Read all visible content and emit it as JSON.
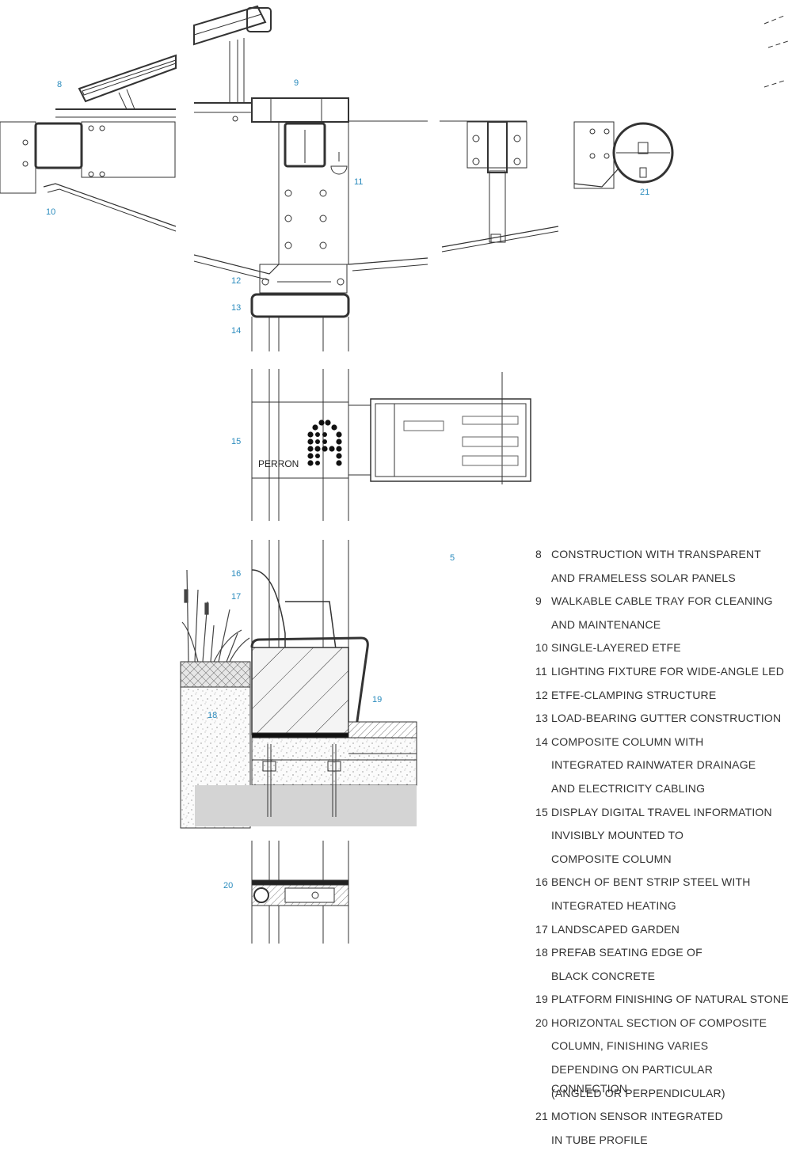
{
  "diagram": {
    "sign_text": "PERRON",
    "sign_letter": "A",
    "callouts": [
      {
        "id": "c8",
        "label": "8"
      },
      {
        "id": "c9",
        "label": "9"
      },
      {
        "id": "c10",
        "label": "10"
      },
      {
        "id": "c11",
        "label": "11"
      },
      {
        "id": "c12",
        "label": "12"
      },
      {
        "id": "c13",
        "label": "13"
      },
      {
        "id": "c14",
        "label": "14"
      },
      {
        "id": "c15",
        "label": "15"
      },
      {
        "id": "c16",
        "label": "16"
      },
      {
        "id": "c17",
        "label": "17"
      },
      {
        "id": "c5",
        "label": "5"
      },
      {
        "id": "c18",
        "label": "18"
      },
      {
        "id": "c19",
        "label": "19"
      },
      {
        "id": "c20",
        "label": "20"
      },
      {
        "id": "c21",
        "label": "21"
      }
    ]
  },
  "legend": [
    {
      "num": "8",
      "lines": [
        "CONSTRUCTION WITH TRANSPARENT",
        "AND FRAMELESS SOLAR PANELS"
      ]
    },
    {
      "num": "9",
      "lines": [
        "WALKABLE CABLE TRAY FOR CLEANING",
        "AND MAINTENANCE"
      ]
    },
    {
      "num": "10",
      "lines": [
        "SINGLE-LAYERED ETFE"
      ]
    },
    {
      "num": "11",
      "lines": [
        "LIGHTING FIXTURE FOR WIDE-ANGLE LED"
      ]
    },
    {
      "num": "12",
      "lines": [
        "ETFE-CLAMPING STRUCTURE"
      ]
    },
    {
      "num": "13",
      "lines": [
        "LOAD-BEARING GUTTER CONSTRUCTION"
      ]
    },
    {
      "num": "14",
      "lines": [
        "COMPOSITE COLUMN WITH",
        "INTEGRATED RAINWATER DRAINAGE",
        "AND ELECTRICITY CABLING"
      ]
    },
    {
      "num": "15",
      "lines": [
        "DISPLAY DIGITAL TRAVEL INFORMATION",
        "INVISIBLY MOUNTED TO",
        "COMPOSITE COLUMN"
      ]
    },
    {
      "num": "16",
      "lines": [
        "BENCH OF BENT STRIP STEEL WITH",
        "INTEGRATED HEATING"
      ]
    },
    {
      "num": "17",
      "lines": [
        "LANDSCAPED GARDEN"
      ]
    },
    {
      "num": "18",
      "lines": [
        "PREFAB SEATING EDGE OF",
        "BLACK CONCRETE"
      ]
    },
    {
      "num": "19",
      "lines": [
        "PLATFORM FINISHING OF NATURAL STONE"
      ]
    },
    {
      "num": "20",
      "lines": [
        "HORIZONTAL SECTION OF COMPOSITE",
        "COLUMN, FINISHING VARIES",
        "DEPENDING ON PARTICULAR CONNECTION",
        "(ANGLED OR PERPENDICULAR)"
      ]
    },
    {
      "num": "21",
      "lines": [
        "MOTION SENSOR INTEGRATED",
        "IN TUBE PROFILE"
      ]
    }
  ]
}
